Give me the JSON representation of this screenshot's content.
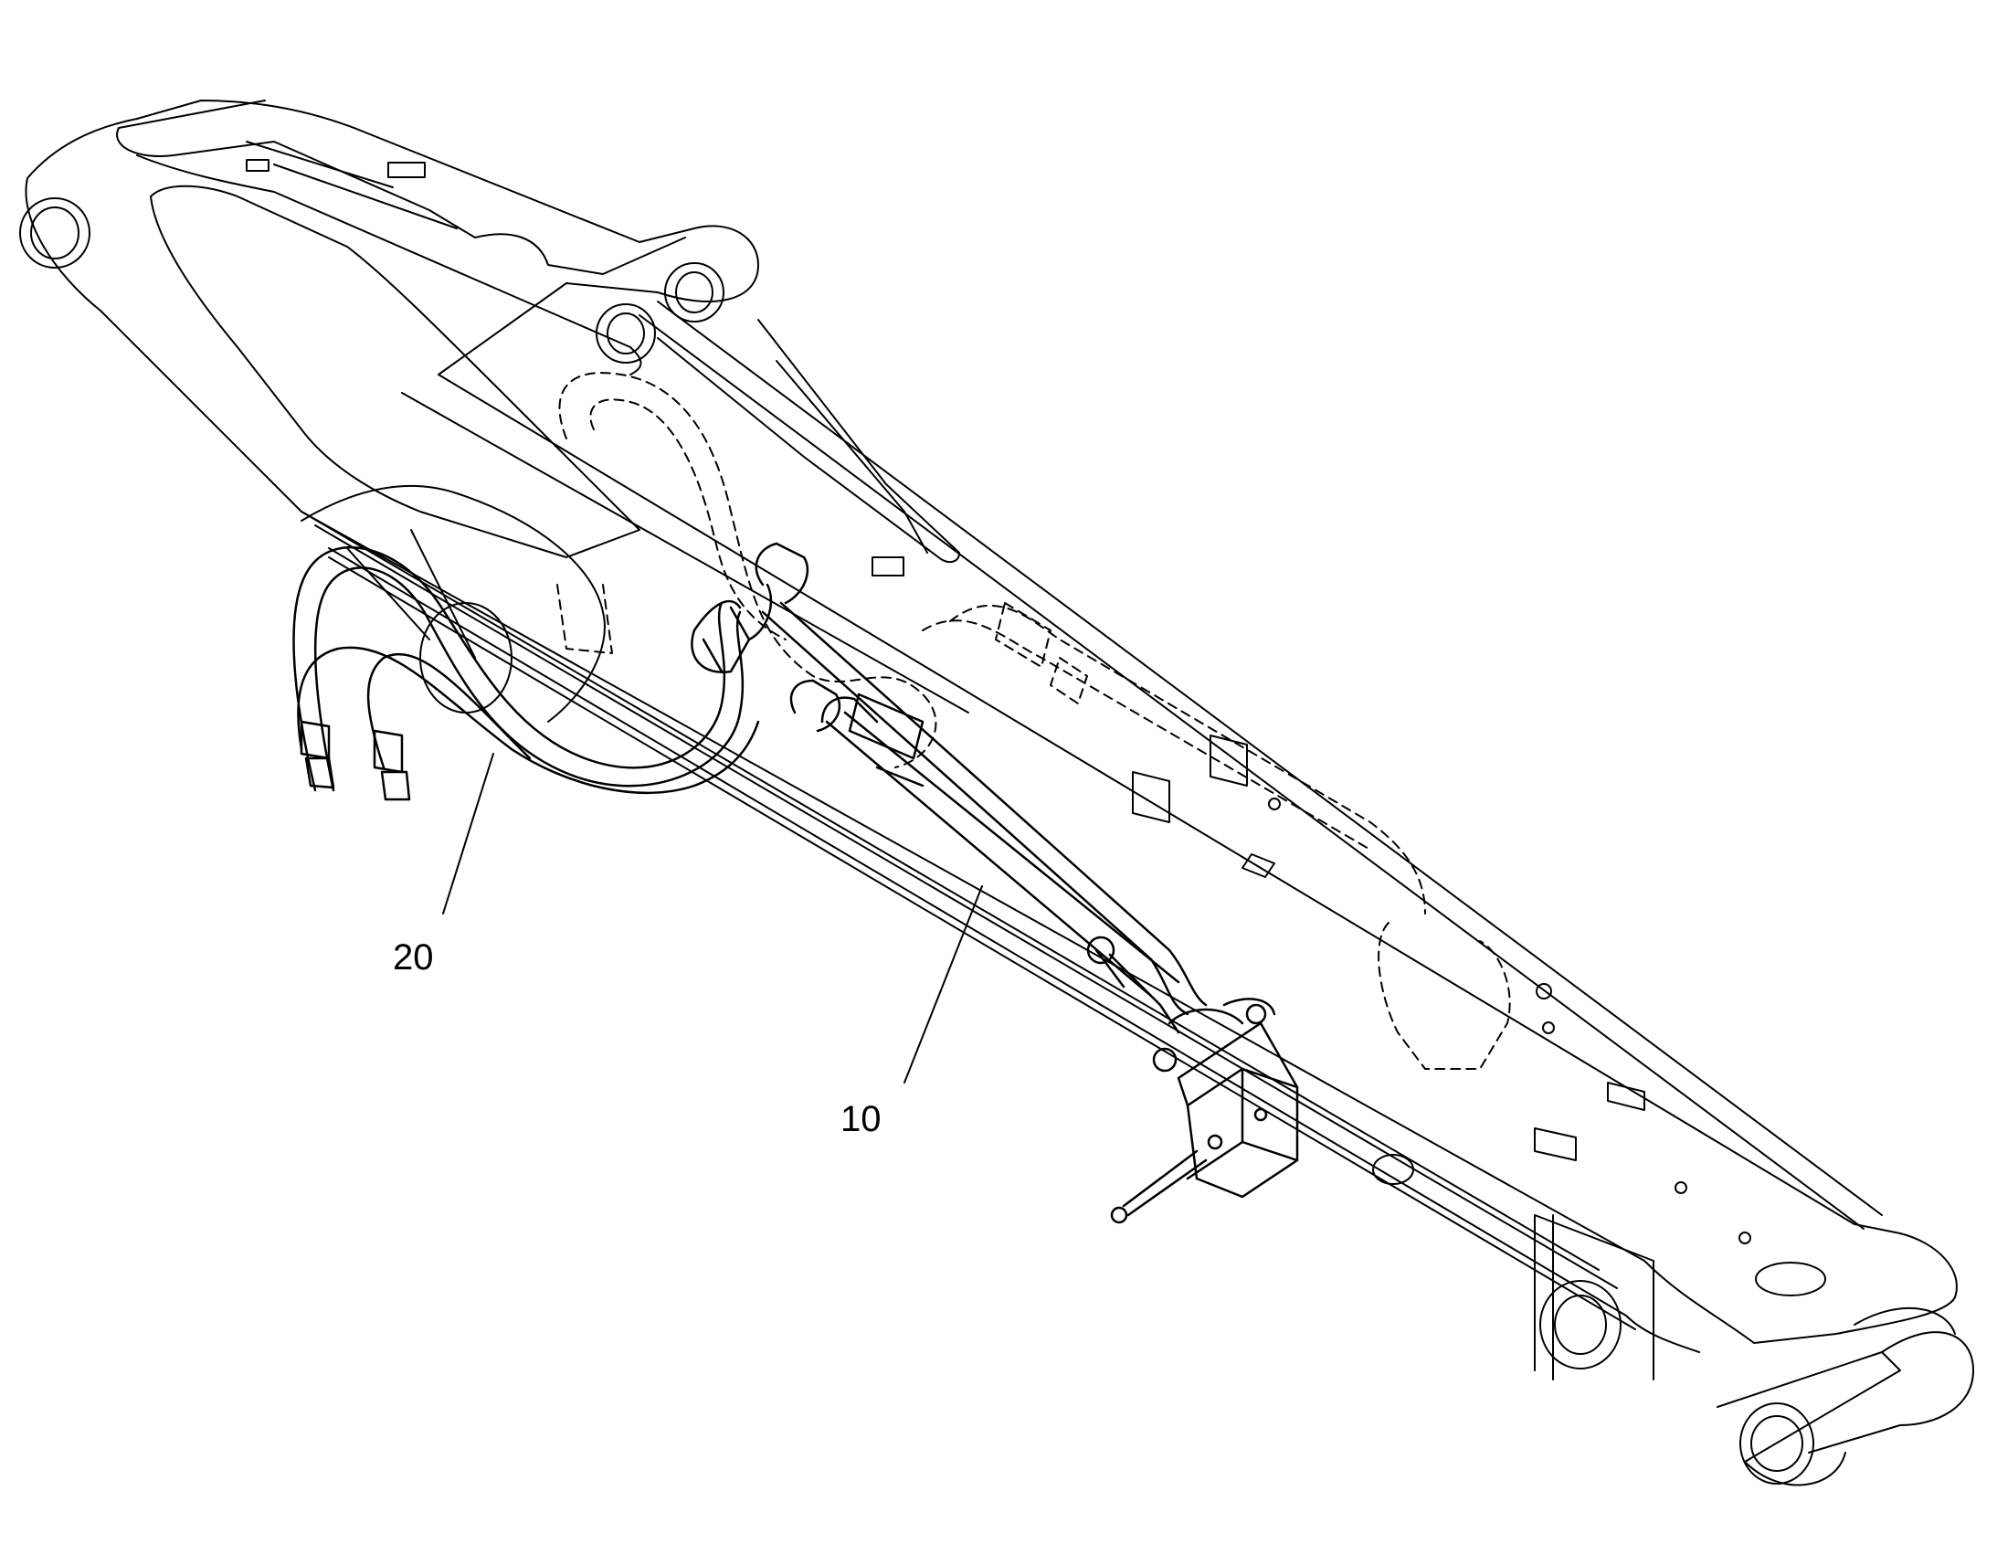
{
  "diagram": {
    "callouts": [
      {
        "id": "10",
        "text": "10"
      },
      {
        "id": "20",
        "text": "20"
      }
    ],
    "colors": {
      "line": "#000000",
      "background": "#ffffff"
    }
  }
}
